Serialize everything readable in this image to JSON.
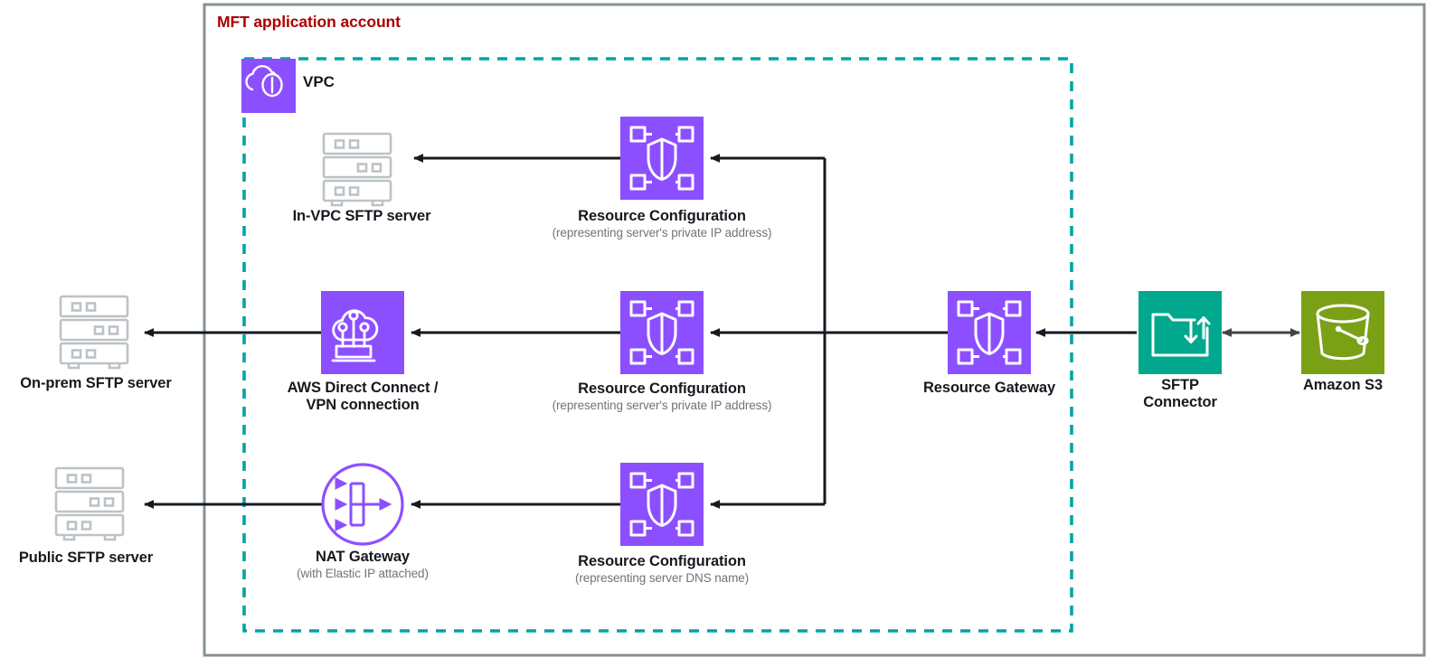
{
  "diagram": {
    "title": "MFT application account",
    "title_color": "#aa0000",
    "boundaries": [
      {
        "name": "account-boundary",
        "label": "MFT application account",
        "style": "solid",
        "color": "#879196"
      },
      {
        "name": "vpc-boundary",
        "label": "VPC",
        "style": "dashed",
        "color": "#00a4a6"
      }
    ],
    "vpc_label": "VPC",
    "colors": {
      "purple": "#8c4fff",
      "teal": "#01a88d",
      "green": "#7aa116",
      "nat_purple": "#8c4fff",
      "server_gray": "#bdc2c6",
      "line": "#16191f",
      "account_border": "#879196",
      "vpc_border": "#00a4a6"
    },
    "nodes": [
      {
        "id": "on-prem-sftp-server",
        "label": "On-prem SFTP server",
        "sublabel": "",
        "icon": "server-rack-icon",
        "icon_style": "outline-gray"
      },
      {
        "id": "public-sftp-server",
        "label": "Public SFTP server",
        "sublabel": "",
        "icon": "server-rack-icon",
        "icon_style": "outline-gray"
      },
      {
        "id": "in-vpc-sftp-server",
        "label": "In-VPC SFTP server",
        "sublabel": "",
        "icon": "server-rack-icon",
        "icon_style": "outline-gray"
      },
      {
        "id": "aws-direct-connect-vpn",
        "label": "AWS Direct Connect / VPN connection",
        "label_line1": "AWS Direct Connect /",
        "label_line2": "VPN connection",
        "sublabel": "",
        "icon": "direct-connect-icon",
        "icon_style": "purple-tile"
      },
      {
        "id": "nat-gateway",
        "label": "NAT Gateway",
        "sublabel": "(with Elastic IP attached)",
        "icon": "nat-gateway-icon",
        "icon_style": "purple-circle"
      },
      {
        "id": "resource-configuration-top",
        "label": "Resource Configuration",
        "sublabel": "(representing server's private IP address)",
        "icon": "resource-configuration-icon",
        "icon_style": "purple-tile"
      },
      {
        "id": "resource-configuration-middle",
        "label": "Resource Configuration",
        "sublabel": "(representing server's private IP address)",
        "icon": "resource-configuration-icon",
        "icon_style": "purple-tile"
      },
      {
        "id": "resource-configuration-bottom",
        "label": "Resource Configuration",
        "sublabel": "(representing server DNS name)",
        "icon": "resource-configuration-icon",
        "icon_style": "purple-tile"
      },
      {
        "id": "resource-gateway",
        "label": "Resource Gateway",
        "sublabel": "",
        "icon": "resource-gateway-icon",
        "icon_style": "purple-tile"
      },
      {
        "id": "sftp-connector",
        "label": "SFTP Connector",
        "label_line1": "SFTP",
        "label_line2": "Connector",
        "sublabel": "",
        "icon": "sftp-connector-icon",
        "icon_style": "teal-tile"
      },
      {
        "id": "amazon-s3",
        "label": "Amazon S3",
        "sublabel": "",
        "icon": "s3-bucket-icon",
        "icon_style": "green-tile"
      }
    ],
    "connections": [
      {
        "from": "amazon-s3",
        "to": "sftp-connector",
        "arrow": "both"
      },
      {
        "from": "sftp-connector",
        "to": "resource-gateway",
        "arrow": "single"
      },
      {
        "from": "resource-gateway",
        "to": "resource-configuration-top",
        "arrow": "single"
      },
      {
        "from": "resource-gateway",
        "to": "resource-configuration-middle",
        "arrow": "single"
      },
      {
        "from": "resource-gateway",
        "to": "resource-configuration-bottom",
        "arrow": "single"
      },
      {
        "from": "resource-configuration-top",
        "to": "in-vpc-sftp-server",
        "arrow": "single"
      },
      {
        "from": "resource-configuration-middle",
        "to": "aws-direct-connect-vpn",
        "arrow": "single"
      },
      {
        "from": "aws-direct-connect-vpn",
        "to": "on-prem-sftp-server",
        "arrow": "single"
      },
      {
        "from": "resource-configuration-bottom",
        "to": "nat-gateway",
        "arrow": "single"
      },
      {
        "from": "nat-gateway",
        "to": "public-sftp-server",
        "arrow": "single"
      }
    ]
  }
}
